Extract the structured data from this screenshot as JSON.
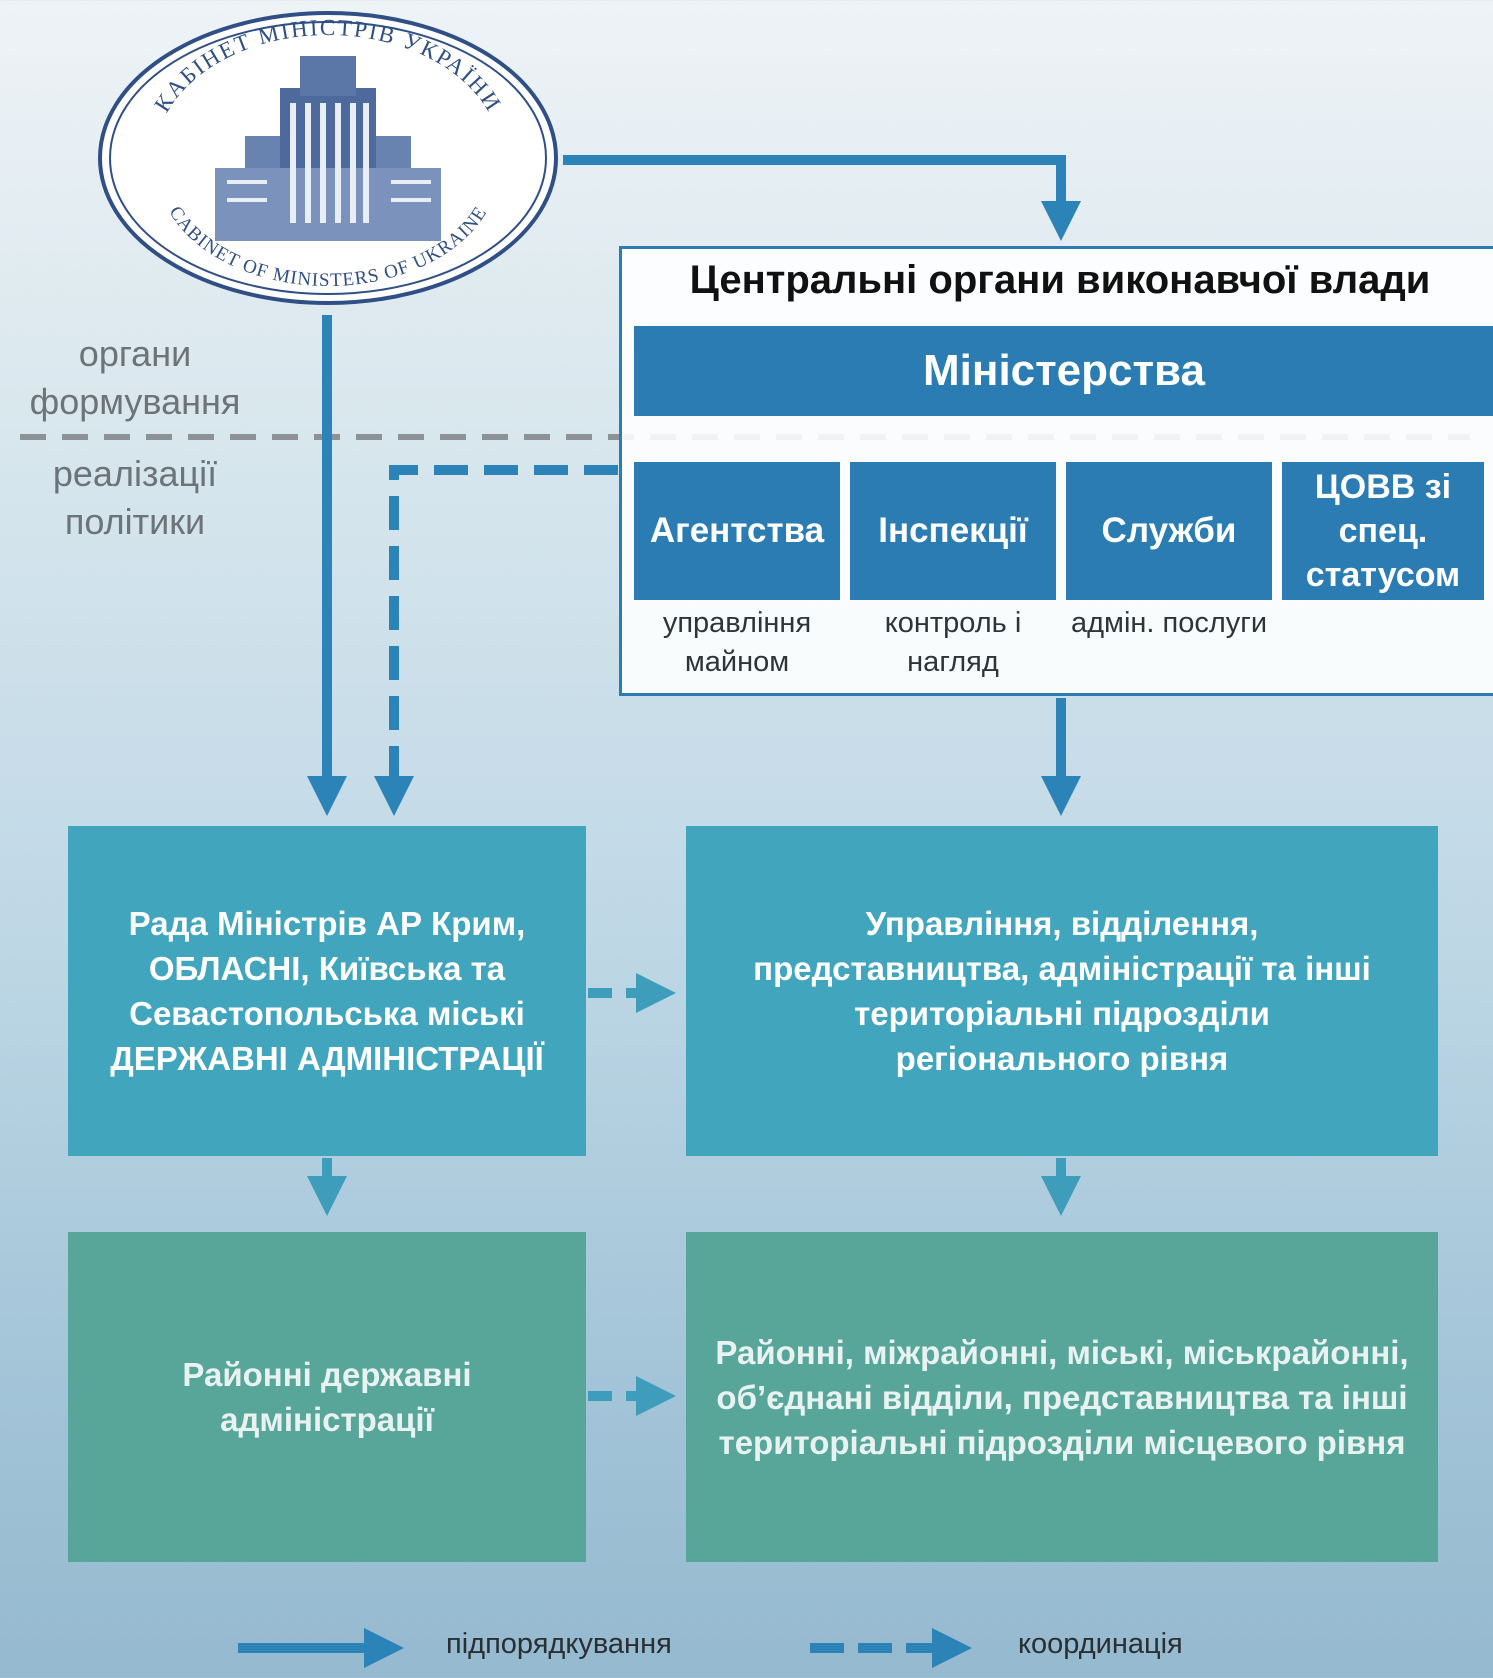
{
  "seal": {
    "top_text": "КАБІНЕТ МІНІСТРІВ УКРАЇНИ",
    "bottom_text": "CABINET OF MINISTERS OF UKRAINE"
  },
  "side_labels": {
    "upper": "органи формування",
    "lower": "реалізації політики"
  },
  "central": {
    "title": "Центральні органи виконавчої влади",
    "ministries": "Міністерства",
    "units": [
      {
        "label": "Агентства",
        "caption": "управління майном"
      },
      {
        "label": "Інспекції",
        "caption": "контроль і нагляд"
      },
      {
        "label": "Служби",
        "caption": "адмін. послуги"
      },
      {
        "label": "ЦОВВ зі спец. статусом",
        "caption": ""
      }
    ]
  },
  "regional_left": "Рада Міністрів АР Крим, ОБЛАСНІ, Київська та Севастопольська міські ДЕРЖАВНІ АДМІНІСТРАЦІЇ",
  "regional_right": "Управління, відділення, представництва, адміністрації та інші територіальні підрозділи регіонального рівня",
  "local_left": "Районні державні адміністрації",
  "local_right": "Районні, міжрайонні, міські, міськрайонні, об’єднані відділи, представництва та інші територіальні підрозділи місцевого рівня",
  "legend": {
    "subordination": "підпорядкування",
    "coordination": "координація"
  },
  "colors": {
    "arrow": "#2b83b8",
    "dark_box": "#2b7cb3",
    "teal_box": "#40a5bd",
    "green_box": "#58a59a",
    "divider": "#8c9296"
  }
}
